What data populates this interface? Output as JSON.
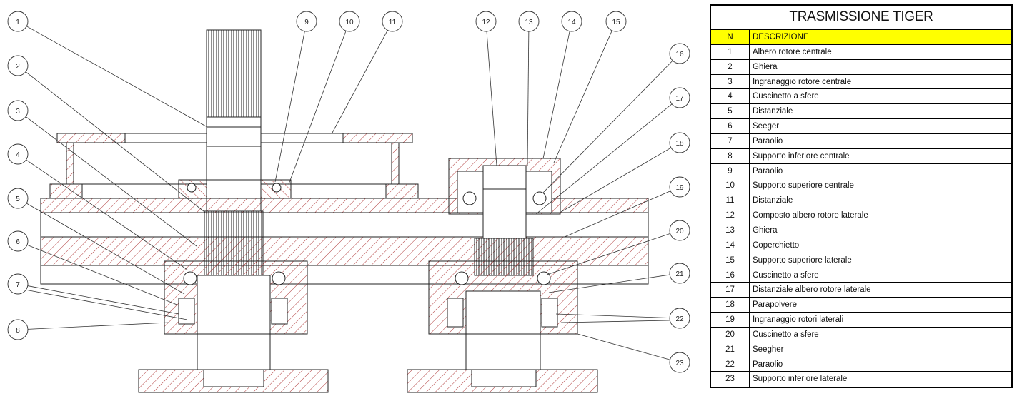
{
  "table": {
    "title": "TRASMISSIONE TIGER",
    "header": {
      "n": "N",
      "description": "DESCRIZIONE"
    },
    "header_color": "#ffff00",
    "rows": [
      {
        "n": "1",
        "description": "Albero rotore centrale"
      },
      {
        "n": "2",
        "description": "Ghiera"
      },
      {
        "n": "3",
        "description": "Ingranaggio rotore centrale"
      },
      {
        "n": "4",
        "description": "Cuscinetto a sfere"
      },
      {
        "n": "5",
        "description": "Distanziale"
      },
      {
        "n": "6",
        "description": "Seeger"
      },
      {
        "n": "7",
        "description": "Paraolio"
      },
      {
        "n": "8",
        "description": "Supporto inferiore centrale"
      },
      {
        "n": "9",
        "description": "Paraolio"
      },
      {
        "n": "10",
        "description": "Supporto superiore centrale"
      },
      {
        "n": "11",
        "description": "Distanziale"
      },
      {
        "n": "12",
        "description": "Composto albero rotore laterale"
      },
      {
        "n": "13",
        "description": "Ghiera"
      },
      {
        "n": "14",
        "description": "Coperchietto"
      },
      {
        "n": "15",
        "description": "Supporto superiore laterale"
      },
      {
        "n": "16",
        "description": "Cuscinetto a sfere"
      },
      {
        "n": "17",
        "description": "Distanziale albero rotore laterale"
      },
      {
        "n": "18",
        "description": "Parapolvere"
      },
      {
        "n": "19",
        "description": "Ingranaggio rotori laterali"
      },
      {
        "n": "20",
        "description": "Cuscinetto a sfere"
      },
      {
        "n": "21",
        "description": "Seegher"
      },
      {
        "n": "22",
        "description": "Paraolio"
      },
      {
        "n": "23",
        "description": "Supporto inferiore laterale"
      }
    ]
  },
  "balloons": [
    "1",
    "2",
    "3",
    "4",
    "5",
    "6",
    "7",
    "8",
    "9",
    "10",
    "11",
    "12",
    "13",
    "14",
    "15",
    "16",
    "17",
    "18",
    "19",
    "20",
    "21",
    "22",
    "23"
  ],
  "colors": {
    "hatch": "#b03a3a",
    "line": "#222222"
  }
}
